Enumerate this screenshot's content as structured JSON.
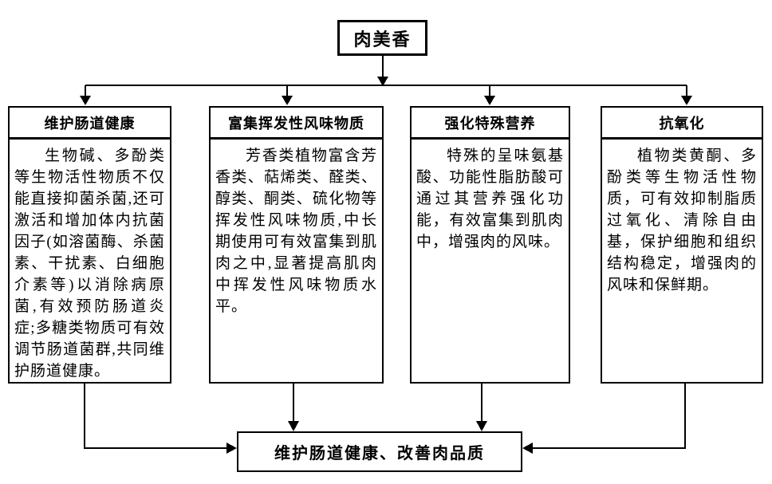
{
  "diagram": {
    "root_label": "肉美香",
    "columns": [
      {
        "title": "维护肠道健康",
        "body": "生物碱、多酚类等生物活性物质不仅能直接抑菌杀菌,还可激活和增加体内抗菌因子(如溶菌酶、杀菌素、干扰素、白细胞介素等)以消除病原菌,有效预防肠道炎症;多糖类物质可有效调节肠道菌群,共同维护肠道健康。"
      },
      {
        "title": "富集挥发性风味物质",
        "body": "芳香类植物富含芳香类、萜烯类、醛类、醇类、酮类、硫化物等挥发性风味物质,中长期使用可有效富集到肌肉之中,显著提高肌肉中挥发性风味物质水平。"
      },
      {
        "title": "强化特殊营养",
        "body": "特殊的呈味氨基酸、功能性脂肪酸可通过其营养强化功能，有效富集到肌肉中，增强肉的风味。"
      },
      {
        "title": "抗氧化",
        "body": "植物类黄酮、多酚类等生物活性物质，可有效抑制脂质过氧化、清除自由基，保护细胞和组织结构稳定，增强肉的风味和保鲜期。"
      }
    ],
    "outcome_label": "维护肠道健康、改善肉品质",
    "colors": {
      "line": "#000000",
      "background": "#ffffff",
      "text": "#000000"
    }
  }
}
